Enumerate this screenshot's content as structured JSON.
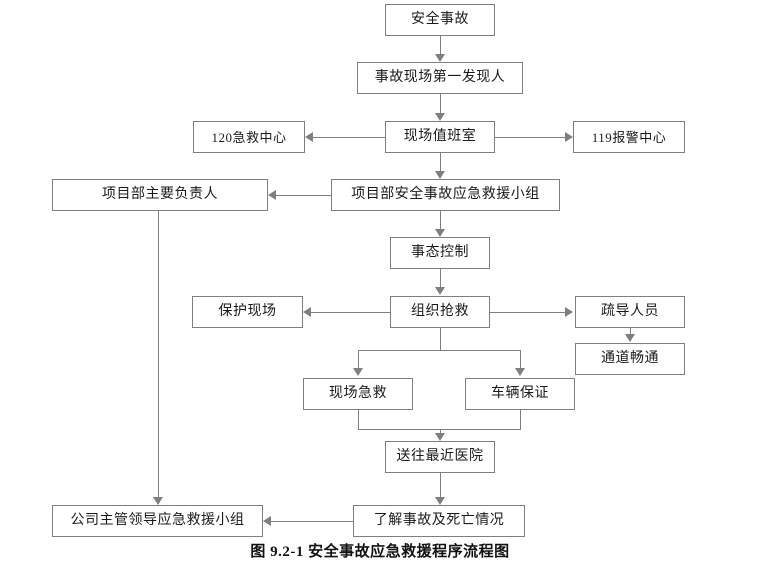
{
  "figure": {
    "caption": "图 9.2-1  安全事故应急救援程序流程图",
    "background_color": "#ffffff",
    "line_color": "#7f7f7f",
    "text_color": "#1a1a1a"
  },
  "nodes": {
    "accident": "安全事故",
    "first_discoverer": "事故现场第一发现人",
    "site_duty_room": "现场值班室",
    "emergency_120": "120急救中心",
    "alarm_119": "119报警中心",
    "project_leader": "项目部主要负责人",
    "project_rescue_team": "项目部安全事故应急救援小组",
    "situation_control": "事态控制",
    "organize_rescue": "组织抢救",
    "protect_scene": "保护现场",
    "evacuate_personnel": "疏导人员",
    "clear_passage": "通道畅通",
    "site_first_aid": "现场急救",
    "vehicle_guarantee": "车辆保证",
    "send_to_hospital": "送往最近医院",
    "understand_casualties": "了解事故及死亡情况",
    "company_rescue_team": "公司主管领导应急救援小组"
  }
}
